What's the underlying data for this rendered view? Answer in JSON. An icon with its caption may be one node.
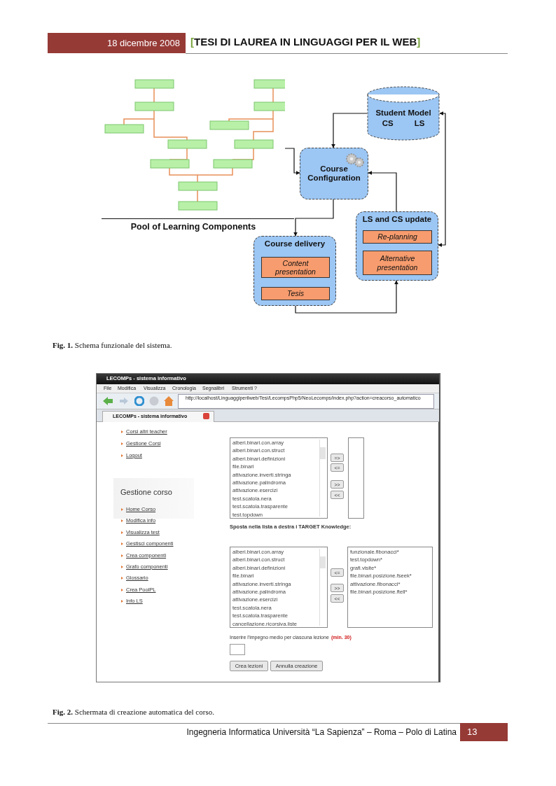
{
  "diagram": {
    "nodes": [
      {
        "text": [
          "Pool of Learning Components"
        ]
      },
      {
        "text": [
          "Student Model",
          "CS",
          "LS"
        ]
      },
      {
        "text": [
          "Course Configuration"
        ]
      },
      {
        "text": [
          "Course delivery"
        ]
      },
      {
        "text": [
          "Content presentation"
        ],
        "in": 3
      },
      {
        "text": [
          "Tesis"
        ],
        "in": 3
      },
      {
        "text": [
          "LS and CS update"
        ]
      },
      {
        "text": [
          "Re-planning"
        ],
        "in": 6
      },
      {
        "text": [
          "Alternative presentation"
        ],
        "in": 6
      }
    ],
    "edges": [
      {
        "from": 0,
        "to": 2,
        "arrow": "to"
      },
      {
        "from": 1,
        "to": 2,
        "arrow": "to"
      },
      {
        "from": 2,
        "to": 3,
        "arrow": "to"
      },
      {
        "from": 1,
        "to": 6,
        "arrow": "both"
      },
      {
        "from": 3,
        "to": 6,
        "arrow": "to"
      },
      {
        "from": 6,
        "to": 2,
        "arrow": "to"
      }
    ],
    "labels": [
      "18 dicembre 2008",
      "[TESI DI LAUREA IN LINGUAGGI PER IL WEB]",
      "**Fig. 1.** Schema funzionale del sistema.",
      "LECOMPs - sistema informativo",
      "File",
      "Modifica",
      "Visualizza",
      "Cronologia",
      "Segnalibri",
      "Strumenti",
      "?",
      "http://localhost/Linguaggiperilweb/Tesi/LecompsPhp5/NeoLecomps/index.php?action=creacorso_automatico",
      "LECOMPs - sistema informativo",
      "Corsi altri teacher",
      "Gestione Corsi",
      "Logout",
      "Gestione corso",
      "Home Corso",
      "Modifica info",
      "Visualizza test",
      "Gestisci componenti",
      "Crea componenti",
      "Grafo componenti",
      "Glossario",
      "Crea PoolPL",
      "Info LS",
      "alberi.binari.con.array",
      "alberi.binari.con.struct",
      "alberi.binari.definizioni",
      "file.binari",
      "attivazione.inverti.stringa",
      "attivazione.palindroma",
      "attivazione.esercizi",
      "test.scatola.nera",
      "test.scatola.trasparente",
      "test.topdown",
      "=>",
      "<=",
      ">>",
      "<<",
      "Sposta nella lista a destra i TARGET Knowledge:",
      "alberi.binari.con.array",
      "alberi.binari.con.struct",
      "alberi.binari.definizioni",
      "file.binari",
      "attivazione.inverti.stringa",
      "attivazione.palindroma",
      "attivazione.esercizi",
      "test.scatola.nera",
      "test.scatola.trasparente",
      "cancellazione.ricorsiva.liste",
      "<=",
      ">>",
      "<<",
      "funzionale.fibonacci*",
      "test.topdown*",
      "grafi.visite*",
      "file.binari.posizione.fseek*",
      "attivazione.fibonacci*",
      "file.binari.posizione.ftell*",
      "Inserire l'impegno medio per ciascuna lezione",
      "(min. 30)",
      "Crea lezioni",
      "Annulla creazione",
      "**Fig. 2.** Schermata di creazione automatica del corso.",
      "Ingegneria Informatica Università “La Sapienza” – Roma –  Polo di Latina",
      "13"
    ]
  }
}
